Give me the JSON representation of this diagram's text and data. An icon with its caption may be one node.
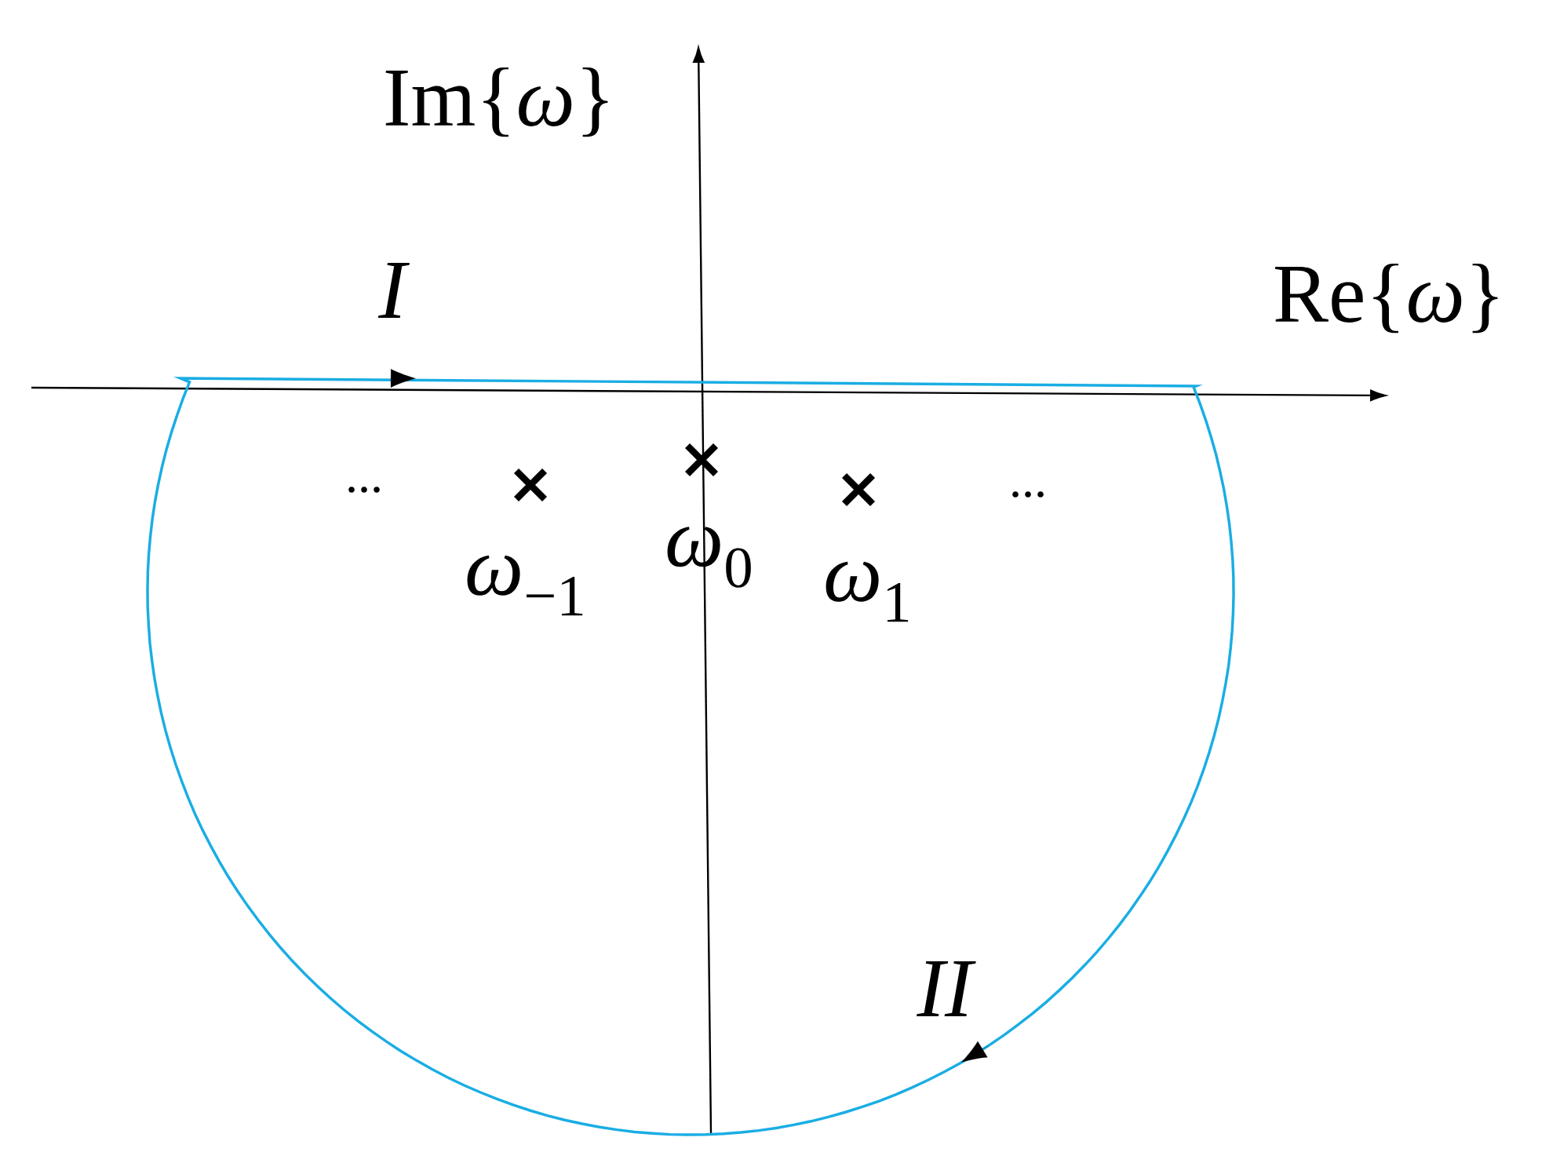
{
  "diagram": {
    "labels": [
      "Im{*ω*}",
      "I",
      "Re{*ω*}",
      "...",
      "...",
      "*ω*$_{0}$",
      "*ω*$_{−1}$",
      "*ω*$_{1}$",
      "II"
    ]
  }
}
